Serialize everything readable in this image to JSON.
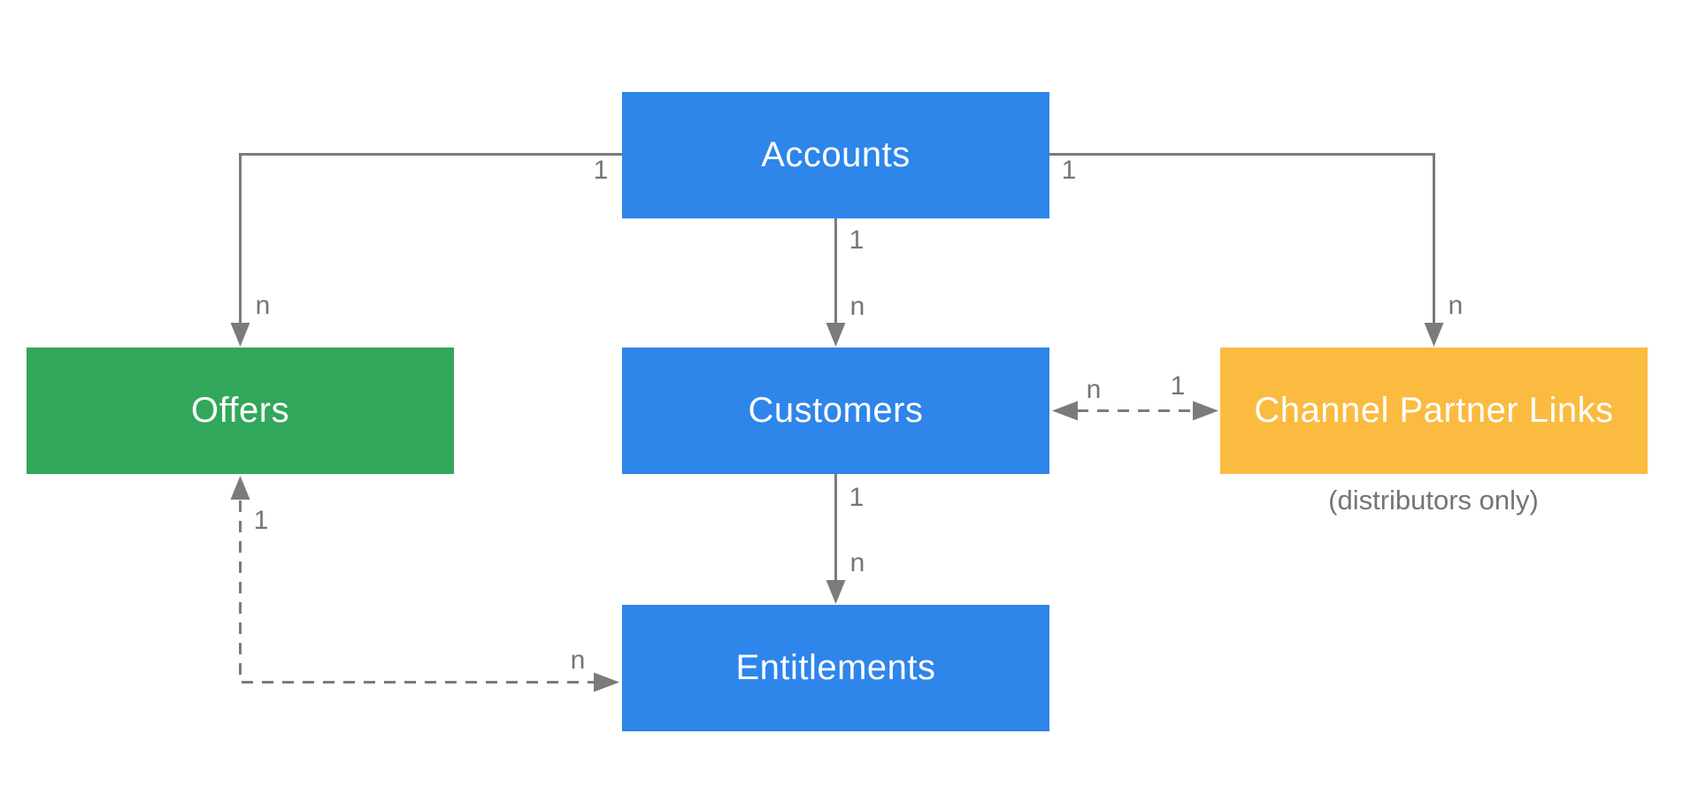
{
  "diagram": {
    "description": "Entity relationship diagram",
    "nodes": [
      {
        "id": "accounts",
        "label": "Accounts",
        "color": "#2e85ea",
        "text_color": "#ffffff"
      },
      {
        "id": "offers",
        "label": "Offers",
        "color": "#30a75a",
        "text_color": "#ffffff"
      },
      {
        "id": "customers",
        "label": "Customers",
        "color": "#2e85ea",
        "text_color": "#ffffff"
      },
      {
        "id": "channel-partner-links",
        "label": "Channel Partner Links",
        "color": "#fbbb40",
        "text_color": "#ffffff",
        "note": "(distributors only)"
      },
      {
        "id": "entitlements",
        "label": "Entitlements",
        "color": "#2e85ea",
        "text_color": "#ffffff"
      }
    ],
    "edges": [
      {
        "from": "accounts",
        "to": "offers",
        "from_label": "1",
        "to_label": "n",
        "style": "solid",
        "bidirectional": false
      },
      {
        "from": "accounts",
        "to": "customers",
        "from_label": "1",
        "to_label": "n",
        "style": "solid",
        "bidirectional": false
      },
      {
        "from": "accounts",
        "to": "channel-partner-links",
        "from_label": "1",
        "to_label": "n",
        "style": "solid",
        "bidirectional": false
      },
      {
        "from": "customers",
        "to": "entitlements",
        "from_label": "1",
        "to_label": "n",
        "style": "solid",
        "bidirectional": false
      },
      {
        "from": "channel-partner-links",
        "to": "customers",
        "from_label": "1",
        "to_label": "n",
        "style": "dashed",
        "bidirectional": true
      },
      {
        "from": "offers",
        "to": "entitlements",
        "from_label": "1",
        "to_label": "n",
        "style": "dashed",
        "bidirectional": false
      }
    ],
    "colors": {
      "line": "#7b7b7b",
      "edge_label_text": "#757575",
      "note_text": "#757575",
      "background": "#ffffff"
    }
  }
}
